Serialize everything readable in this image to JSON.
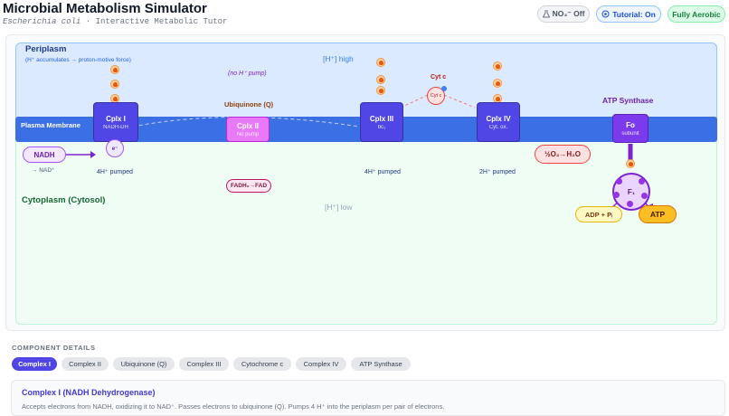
{
  "header": {
    "title": "Microbial Metabolism Simulator",
    "organism": "Escherichia coli",
    "subtitle_rest": " · Interactive Metabolic Tutor",
    "buttons": {
      "nox": "NO₃⁻ Off",
      "tutorial": "Tutorial: On",
      "aerobic": "Fully Aerobic"
    }
  },
  "diagram": {
    "periplasm": {
      "title": "Periplasm",
      "subtitle": "(H⁺ accumulates → proton-motive force)",
      "h_level": "[H⁺] high"
    },
    "membrane_label": "Plasma Membrane",
    "cytoplasm": {
      "title": "Cytoplasm (Cytosol)",
      "h_level": "[H⁺] low"
    },
    "complex_i": {
      "name": "Cplx I",
      "sub": "NADH-DH",
      "pumped": "4H⁺ pumped",
      "electron": "e⁻"
    },
    "complex_ii": {
      "name": "Cplx II",
      "sub": "No pump",
      "note": "(no H⁺ pump)",
      "substrate": "FADH₂→FAD"
    },
    "ubiquinone": "Ubiquinone (Q)",
    "complex_iii": {
      "name": "Cplx III",
      "sub": "bc₁",
      "pumped": "4H⁺ pumped"
    },
    "cyt_c": {
      "label": "Cyt c",
      "inner": "Cyt c"
    },
    "complex_iv": {
      "name": "Cplx IV",
      "sub": "Cyt. ox.",
      "pumped": "2H⁺ pumped",
      "reaction": "½O₂→H₂O"
    },
    "atp_synthase": {
      "title": "ATP Synthase",
      "fo": "Fo",
      "fo_sub": "subunit",
      "f1": "F₁",
      "adp": "ADP + Pᵢ",
      "atp": "ATP"
    },
    "nadh": {
      "label": "NADH",
      "product": "→ NAD⁺"
    }
  },
  "details": {
    "heading": "COMPONENT DETAILS",
    "tabs": [
      "Complex I",
      "Complex II",
      "Ubiquinone (Q)",
      "Complex III",
      "Cytochrome c",
      "Complex IV",
      "ATP Synthase"
    ],
    "active_tab": 0,
    "card_title": "Complex I (NADH Dehydrogenase)",
    "card_desc": "Accepts electrons from NADH, oxidizing it to NAD⁺. Passes electrons to ubiquinone (Q). Pumps 4 H⁺ into the periplasm per pair of electrons."
  }
}
